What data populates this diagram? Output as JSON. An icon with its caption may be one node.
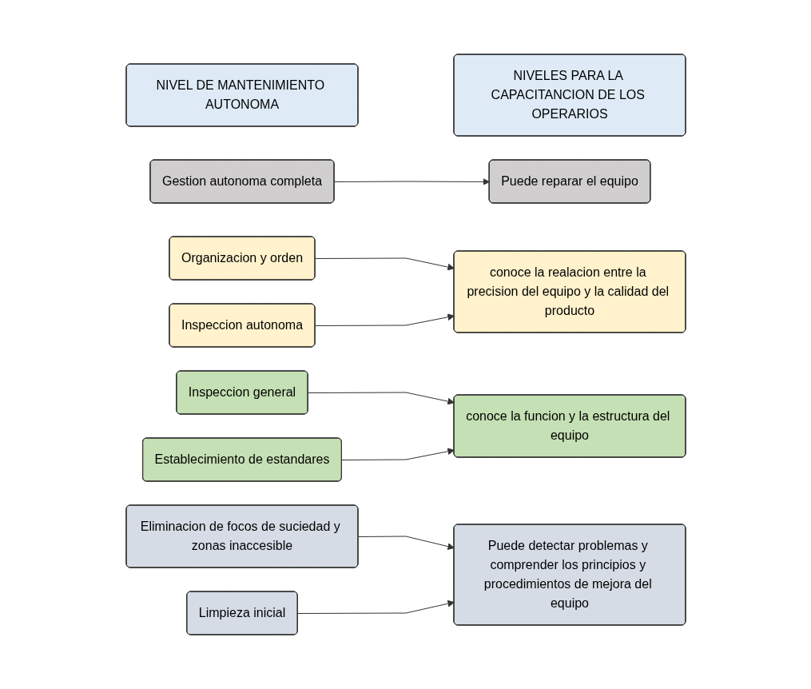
{
  "diagram": {
    "nodes": [
      {
        "text": [
          "NIVEL DE MANTENIMIENTO AUTONOMA"
        ]
      },
      {
        "text": [
          "NIVELES PARA LA CAPACITANCION DE LOS OPERARIOS"
        ]
      },
      {
        "text": [
          "Gestion autonoma completa"
        ]
      },
      {
        "text": [
          "Puede reparar el equipo"
        ]
      },
      {
        "text": [
          "Organizacion y orden"
        ]
      },
      {
        "text": [
          "Inspeccion autonoma"
        ]
      },
      {
        "text": [
          "conoce la realacion entre la precision del equipo y la calidad del producto"
        ]
      },
      {
        "text": [
          "Inspeccion general"
        ]
      },
      {
        "text": [
          "Establecimiento de estandares"
        ]
      },
      {
        "text": [
          "conoce la funcion y la estructura del equipo"
        ]
      },
      {
        "text": [
          "Eliminacion de focos de suciedad y zonas inaccesible"
        ]
      },
      {
        "text": [
          "Limpieza inicial"
        ]
      },
      {
        "text": [
          "Puede detectar problemas y comprender los principios y procedimientos de mejora del equipo"
        ]
      }
    ],
    "edges": [
      {
        "from": 2,
        "to": 3,
        "arrow": "to"
      },
      {
        "from": 4,
        "to": 6,
        "arrow": "to"
      },
      {
        "from": 5,
        "to": 6,
        "arrow": "to"
      },
      {
        "from": 7,
        "to": 9,
        "arrow": "to"
      },
      {
        "from": 8,
        "to": 9,
        "arrow": "to"
      },
      {
        "from": 10,
        "to": 12,
        "arrow": "to"
      },
      {
        "from": 11,
        "to": 12,
        "arrow": "to"
      }
    ]
  }
}
